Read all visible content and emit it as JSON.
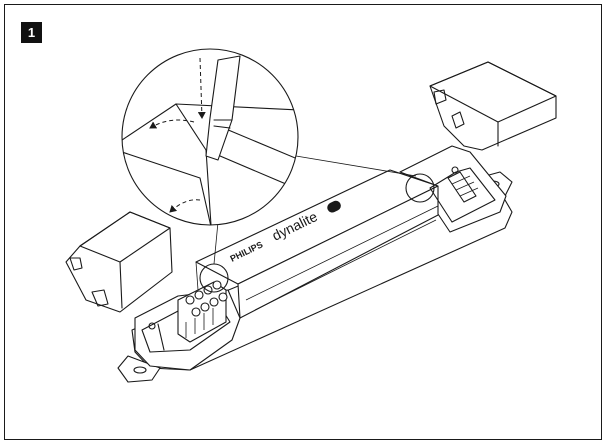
{
  "figure": {
    "step_number": "1",
    "brand_philips": "PHILIPS",
    "brand_dynalite": "dynalite"
  }
}
